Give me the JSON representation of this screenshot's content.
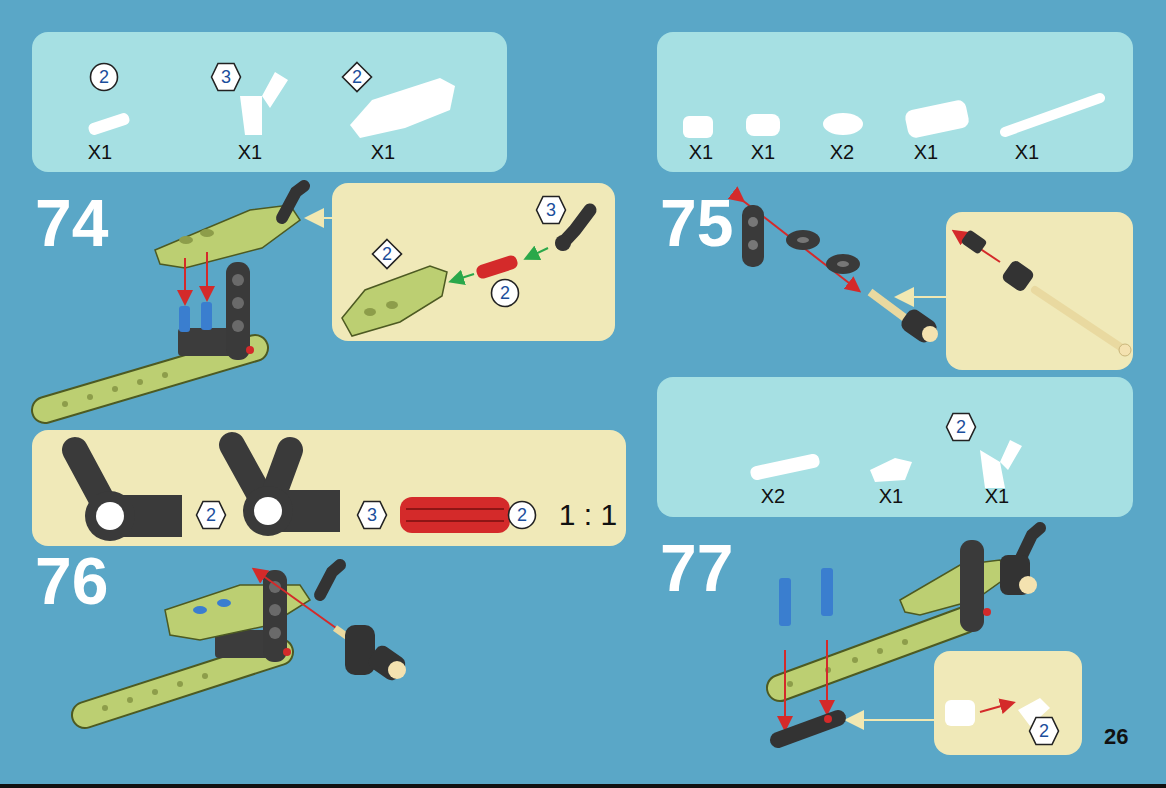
{
  "diagram": {
    "nodes": [
      {
        "text": [
          "X1",
          "X1",
          "X1"
        ]
      },
      {
        "text": [
          "2"
        ],
        "in": 0
      },
      {
        "text": [
          "3"
        ],
        "in": 0
      },
      {
        "text": [
          "2"
        ],
        "in": 0
      },
      {
        "text": [
          "X1",
          "X1",
          "X2",
          "X1",
          "X1"
        ]
      },
      {
        "text": [
          "3"
        ]
      },
      {
        "text": [
          "2"
        ]
      },
      {
        "text": [
          "2"
        ]
      },
      {
        "text": [
          "X2",
          "X1",
          "X1"
        ]
      },
      {
        "text": [
          "2"
        ],
        "in": 8
      },
      {
        "text": [
          "1 : 1"
        ]
      },
      {
        "text": [
          "2"
        ],
        "in": 10
      },
      {
        "text": [
          "3"
        ],
        "in": 10
      },
      {
        "text": [
          "2"
        ],
        "in": 10
      },
      {
        "text": [
          "2"
        ]
      }
    ],
    "labels": [
      "74",
      "75",
      "76",
      "77",
      "26"
    ]
  }
}
